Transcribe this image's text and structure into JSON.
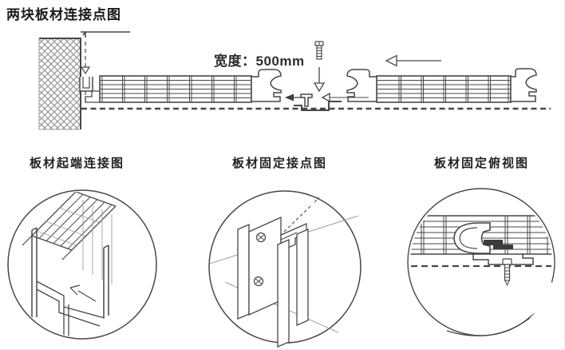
{
  "page": {
    "title": "两块板材连接点图"
  },
  "top_diagram": {
    "width_label": "宽度：500mm"
  },
  "detail_sections": [
    {
      "label": "板材起端连接图"
    },
    {
      "label": "板材固定接点图"
    },
    {
      "label": "板材固定俯视图"
    }
  ],
  "colors": {
    "line": "#474747",
    "light_line": "#a0a0a0",
    "dark_fill": "#3c3c3c",
    "text": "#1a1a1a",
    "background": "#ffffff"
  }
}
